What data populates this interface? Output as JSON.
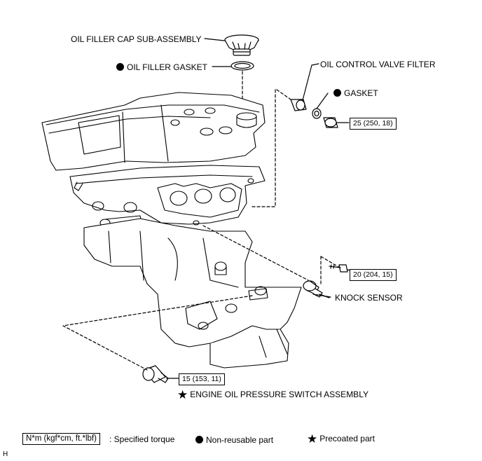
{
  "labels": {
    "oil_filler_cap": "OIL FILLER CAP SUB-ASSEMBLY",
    "oil_filler_gasket": "OIL FILLER GASKET",
    "oil_control_valve_filter": "OIL CONTROL VALVE FILTER",
    "gasket": "GASKET",
    "knock_sensor": "KNOCK SENSOR",
    "oil_pressure_switch": "ENGINE OIL PRESSURE SWITCH ASSEMBLY"
  },
  "torques": {
    "plug": "25 (250, 18)",
    "knock_sensor_bolt": "20 (204, 15)",
    "pressure_switch": "15 (153, 11)"
  },
  "symbols": {
    "non_reusable": "filled-circle",
    "precoated": "black-star",
    "star_glyph": "★"
  },
  "legend": {
    "torque_unit": "N*m (kgf*cm, ft.*lbf)",
    "torque_text": ": Specified torque",
    "non_reusable_text": "Non-reusable part",
    "precoated_text": "Precoated part"
  },
  "corner_code": "H"
}
